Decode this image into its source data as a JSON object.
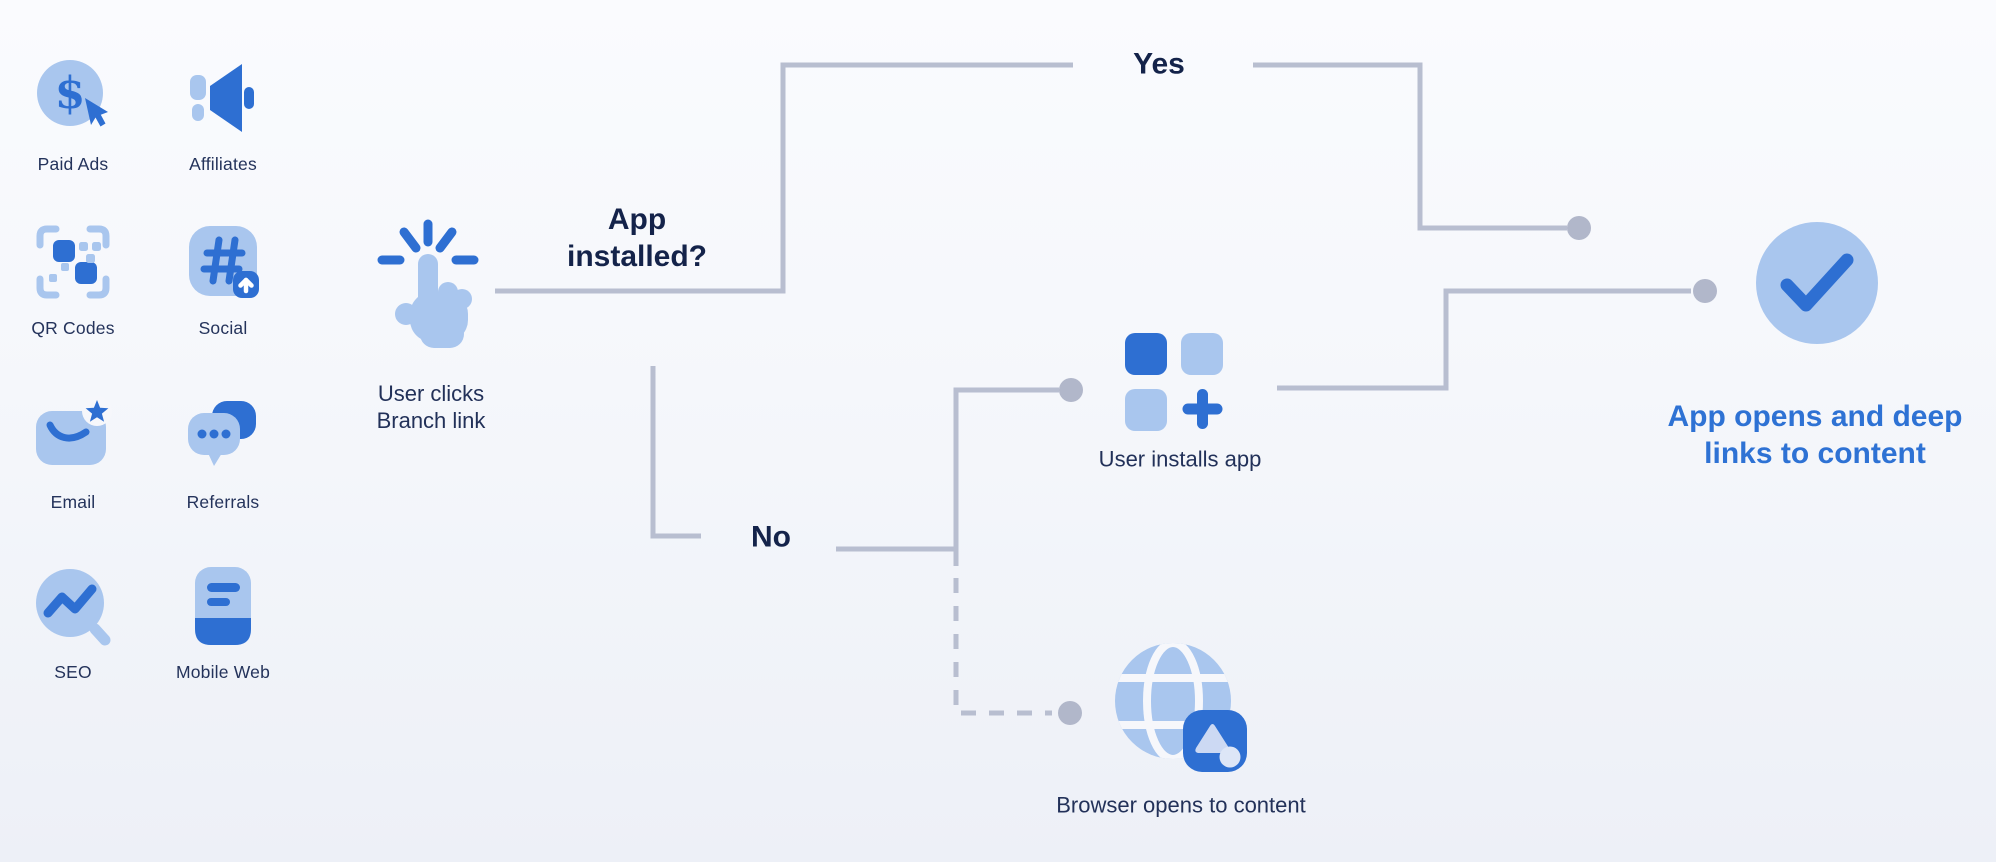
{
  "channels": [
    {
      "label": "Paid Ads",
      "icon": "dollar-cursor-icon"
    },
    {
      "label": "Affiliates",
      "icon": "megaphone-icon"
    },
    {
      "label": "QR Codes",
      "icon": "qr-code-icon"
    },
    {
      "label": "Social",
      "icon": "hashtag-share-icon"
    },
    {
      "label": "Email",
      "icon": "envelope-star-icon"
    },
    {
      "label": "Referrals",
      "icon": "chat-bubbles-icon"
    },
    {
      "label": "SEO",
      "icon": "chart-magnifier-icon"
    },
    {
      "label": "Mobile Web",
      "icon": "mobile-book-icon"
    }
  ],
  "flow": {
    "user_clicks": {
      "line1": "User clicks",
      "line2": "Branch link",
      "icon": "tap-hand-icon"
    },
    "decision": {
      "line1": "App",
      "line2": "installed?"
    },
    "yes": "Yes",
    "no": "No",
    "user_installs": {
      "label": "User installs app",
      "icon": "app-grid-plus-icon"
    },
    "browser_opens": {
      "label": "Browser opens to content",
      "icon": "globe-browser-icon"
    },
    "app_opens": {
      "line1": "App opens and deep",
      "line2": "links to content",
      "icon": "checkmark-circle-icon"
    }
  },
  "colors": {
    "accent_blue": "#2e72d4",
    "light_blue": "#a9c6ee",
    "navy_text": "#14234a",
    "caption_text": "#223159",
    "line_gray": "#b8bed0",
    "dot_gray": "#b1b7ca",
    "background_top": "#fafbfe",
    "background_bottom": "#edf0f7"
  }
}
